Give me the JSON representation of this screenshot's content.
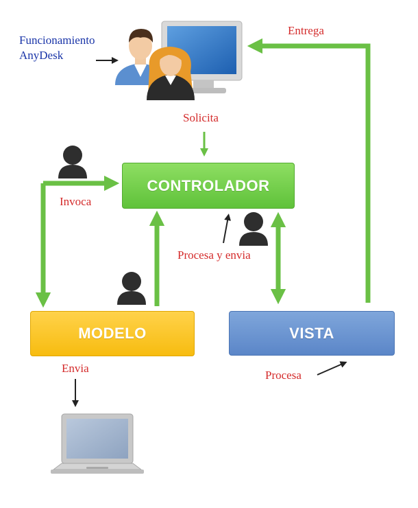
{
  "labels": {
    "funcionamiento": "Funcionamiento",
    "anydesk": "AnyDesk",
    "entrega": "Entrega",
    "solicita": "Solicita",
    "invoca": "Invoca",
    "procesa_y_envia": "Procesa y envia",
    "envia": "Envia",
    "procesa": "Procesa"
  },
  "boxes": {
    "controlador": "CONTROLADOR",
    "modelo": "MODELO",
    "vista": "VISTA"
  },
  "colors": {
    "arrow_green": "#6ac045",
    "controlador": "#6cc944",
    "modelo": "#fbc32a",
    "vista": "#6b95d3",
    "label_red": "#d42b2b",
    "label_blue": "#1a35a8",
    "person_dark": "#2e2e2e"
  },
  "icons": [
    "users-icon",
    "monitor-icon",
    "person-icon",
    "laptop-icon"
  ]
}
